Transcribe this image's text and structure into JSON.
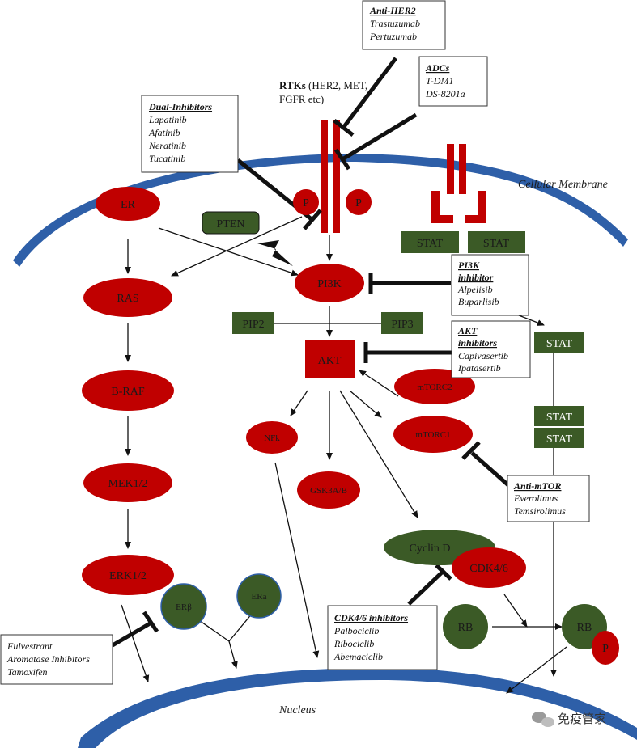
{
  "labels": {
    "cellular_membrane": "Cellular Membrane",
    "nucleus": "Nucleus",
    "rtks_bold": "RTKs",
    "rtks_line1_rest": " (HER2, MET,",
    "rtks_line2": "FGFR etc)",
    "watermark": "免疫管家"
  },
  "nodes": {
    "er": "ER",
    "p_left": "P",
    "p_right": "P",
    "pten": "PTEN",
    "stat_1": "STAT",
    "stat_2": "STAT",
    "ras": "RAS",
    "pi3k": "PI3K",
    "pip2": "PIP2",
    "pip3": "PIP3",
    "akt": "AKT",
    "stat_3": "STAT",
    "b_raf": "B-RAF",
    "mtorc2": "mTORC2",
    "mtorc1": "mTORC1",
    "nfk": "NFk",
    "stat_4": "STAT",
    "stat_5": "STAT",
    "mek": "MEK1/2",
    "gsk": "GSK3A/B",
    "cyclin_d": "Cyclin D",
    "cdk": "CDK4/6",
    "erk": "ERK1/2",
    "er_beta": "ERβ",
    "er_alpha": "ERa",
    "rb": "RB",
    "rb_p": "RB",
    "p_rb": "P"
  },
  "boxes": {
    "anti_her2": {
      "title": "Anti-HER2",
      "items": [
        "Trastuzumab",
        "Pertuzumab"
      ]
    },
    "adcs": {
      "title": "ADCs",
      "items": [
        "T-DM1",
        "DS-8201a"
      ]
    },
    "dual": {
      "title": "Dual-Inhibitors",
      "items": [
        "Lapatinib",
        "Afatinib",
        "Neratinib",
        "Tucatinib"
      ]
    },
    "pi3k_inh": {
      "title_1": "PI3K",
      "title_2": "inhibitor",
      "items": [
        "Alpelisib",
        "Buparlisib"
      ]
    },
    "akt_inh": {
      "title_1": "AKT",
      "title_2": "inhibitors",
      "items": [
        "Capivasertib",
        "Ipatasertib"
      ]
    },
    "anti_mtor": {
      "title": "Anti-mTOR",
      "items": [
        "Everolimus",
        "Temsirolimus"
      ]
    },
    "cdk_inh": {
      "title": "CDK4/6 inhibitors",
      "items": [
        "Palbociclib",
        "Ribociclib",
        "Abemaciclib"
      ]
    },
    "endocrine": {
      "items": [
        "Fulvestrant",
        "Aromatase Inhibitors",
        "Tamoxifen"
      ]
    }
  },
  "colors": {
    "red": "#c00000",
    "green": "#3b5a26",
    "membrane": "#2e5fa8"
  }
}
